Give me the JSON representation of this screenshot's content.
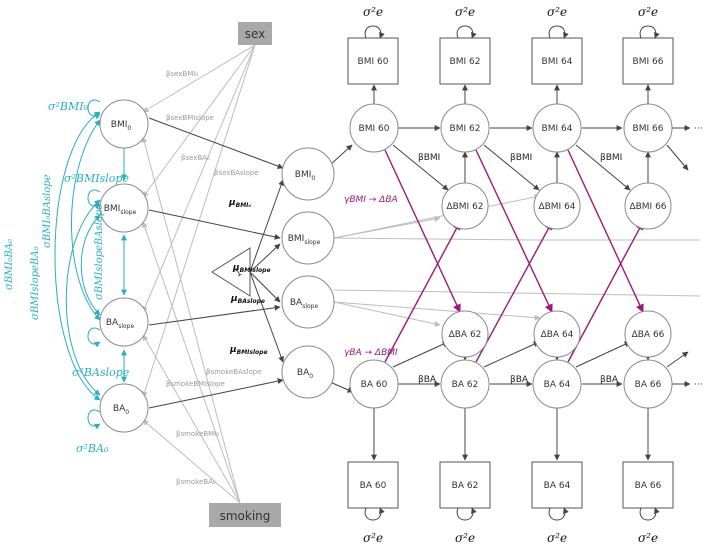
{
  "covariates": {
    "sex": "sex",
    "smoking": "smoking"
  },
  "latent_intercepts": {
    "bmi0_sub": "0",
    "bmislope_sub": "slope",
    "baslope_sub": "slope",
    "ba0_sub": "0",
    "bmi_base": "BMI",
    "ba_base": "BA"
  },
  "constant": "1",
  "mu": {
    "bmi0": "μ",
    "bmi0_sub": "BMI₀",
    "bmislope": "μ",
    "bmislope_sub": "BMIslope",
    "baslope": "μ",
    "baslope_sub": "BAslope",
    "ba0": "μ",
    "ba0_sub": "BMIslope"
  },
  "betas_covariate": {
    "sex_bmi0": "βsexBMI₀",
    "sex_bmislope": "βsexBMIslope",
    "sex_ba0": "βsexBA₀",
    "sex_baslope": "βsexBAslope",
    "smoke_baslope": "βsmokeBAslope",
    "smoke_bmislope": "βsmokeBMIslope",
    "smoke_bmi0": "βsmokeBMI₀",
    "smoke_ba0": "βsmokeBA₀"
  },
  "variances": {
    "bmi0": "σ²BMI₀",
    "bmislope": "σ²BMIslope",
    "baslope": "σ²BAslope",
    "ba0": "σ²BA₀"
  },
  "covariances": {
    "bmi0_ba0": "σBMI₀BA₀",
    "bmislope_ba0": "σBMIslopeBA₀",
    "bmi0_baslope": "σBMI₀BAslope",
    "bmislope_baslope": "σBMIslopeBAslope"
  },
  "residual_variance": "σ²e",
  "bmi_occasions": [
    "BMI 60",
    "BMI 62",
    "BMI 64",
    "BMI 66"
  ],
  "ba_occasions": [
    "BA 60",
    "BA 62",
    "BA 64",
    "BA 66"
  ],
  "delta_bmi": [
    "ΔBMI 62",
    "ΔBMI 64",
    "ΔBMI 66"
  ],
  "delta_ba": [
    "ΔBA 62",
    "ΔBA 64",
    "ΔBA 66"
  ],
  "beta_bmi": "βBMI",
  "beta_ba": "βBA",
  "gamma_bmi_ba": "γBMI → ΔBA",
  "gamma_ba_bmi": "γBA → ΔBMI",
  "ellipsis": "···"
}
